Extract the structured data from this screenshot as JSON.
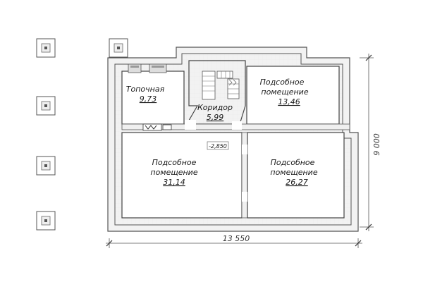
{
  "rooms": {
    "boiler": {
      "name": "Топочная",
      "area": "9,73"
    },
    "corridor": {
      "name": "Коридор",
      "area": "5,99"
    },
    "storage_top_right": {
      "line1": "Подсобное",
      "line2": "помещение",
      "area": "13,46"
    },
    "storage_bottom_left": {
      "line1": "Подсобное",
      "line2": "помещение",
      "area": "31,14"
    },
    "storage_bottom_right": {
      "line1": "Подсобное",
      "line2": "помещение",
      "area": "26,27"
    }
  },
  "level_mark": "-2,850",
  "dimensions": {
    "width": "13 550",
    "height": "9 000"
  }
}
